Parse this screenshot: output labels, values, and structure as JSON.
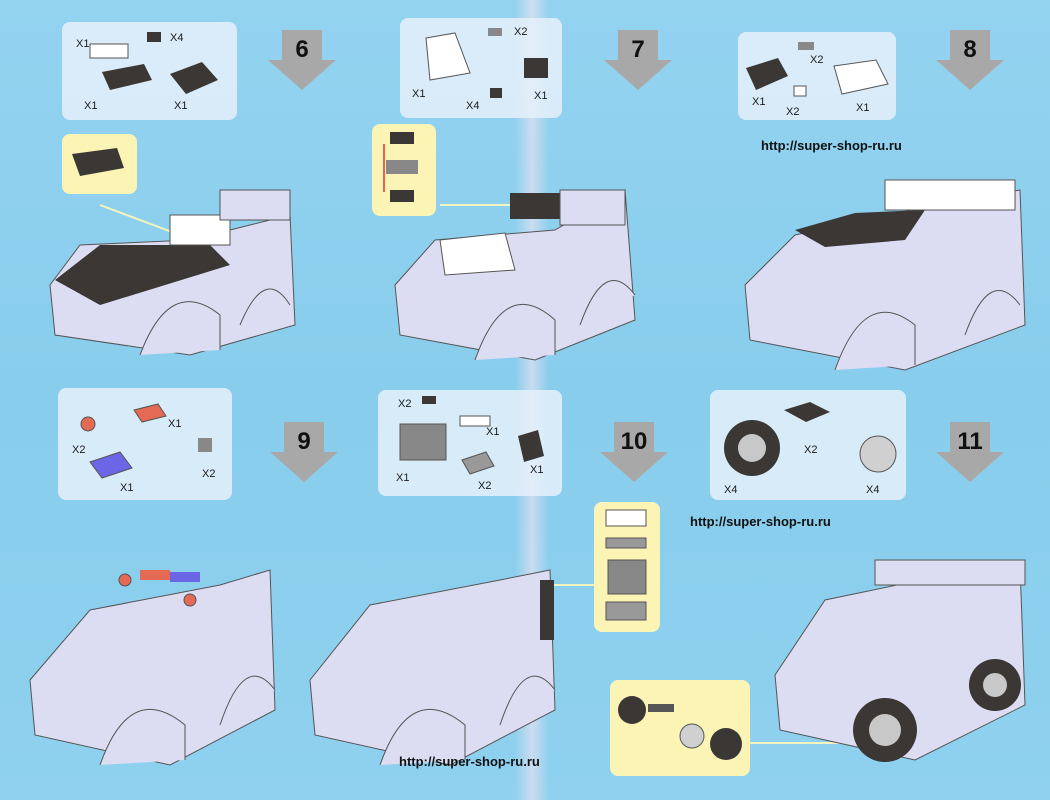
{
  "steps": [
    {
      "number": "6",
      "parts": [
        "X1",
        "X4",
        "X1",
        "X1"
      ]
    },
    {
      "number": "7",
      "parts": [
        "X2",
        "X1",
        "X4",
        "X1"
      ]
    },
    {
      "number": "8",
      "parts": [
        "X2",
        "X1",
        "X2",
        "X1"
      ]
    },
    {
      "number": "9",
      "parts": [
        "X2",
        "X1",
        "X1",
        "X2"
      ]
    },
    {
      "number": "10",
      "parts": [
        "X2",
        "X1",
        "X1",
        "X2",
        "X1"
      ]
    },
    {
      "number": "11",
      "parts": [
        "X4",
        "X2",
        "X4"
      ]
    }
  ],
  "urls": {
    "top": "http://super-shop-ru.ru",
    "middle": "http://super-shop-ru.ru",
    "bottom": "http://super-shop-ru.ru"
  },
  "colors": {
    "background": "#8fd0ee",
    "arrow": "#a8a8a8",
    "callout": "#fbf4b5",
    "brick_dark": "#3b3735",
    "body": "#dcdcf2"
  }
}
